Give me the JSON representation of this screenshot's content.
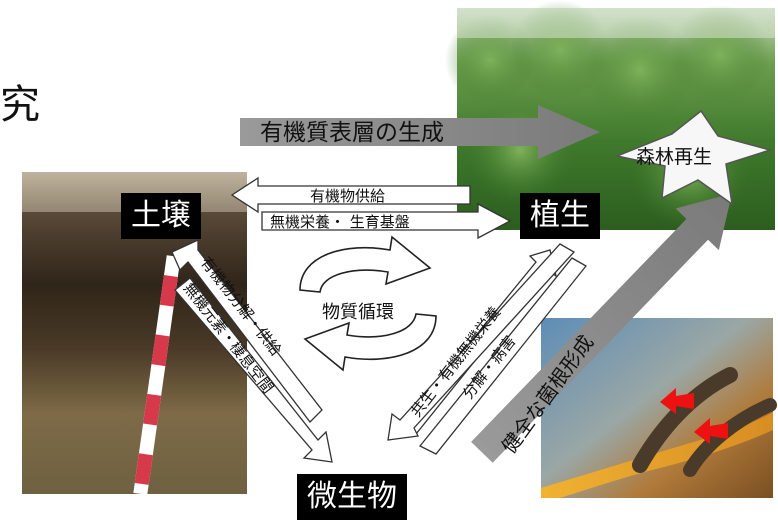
{
  "page": {
    "cut_title_fragment": "究"
  },
  "nodes": {
    "soil": "土壌",
    "vegetation": "植生",
    "microbe": "微生物",
    "forest": "森林再生"
  },
  "arrows": {
    "organic_surface": "有機質表層の生成",
    "organic_supply": "有機物供給",
    "inorganic_nutrition": "無機栄養・ 生育基盤",
    "cycle": "物質循環",
    "soil_microbe_1": "有機物分解・供給",
    "soil_microbe_2": "無機元素・棲息空間",
    "veg_microbe_1": "共生・有機無機栄養",
    "veg_microbe_2": "分解・病害",
    "mycorrhiza": "健全な菌根形成"
  },
  "colors": {
    "gray_arrow": "#8c8c8c",
    "label_bg": "#000000",
    "red_marker": "#ee1111"
  }
}
